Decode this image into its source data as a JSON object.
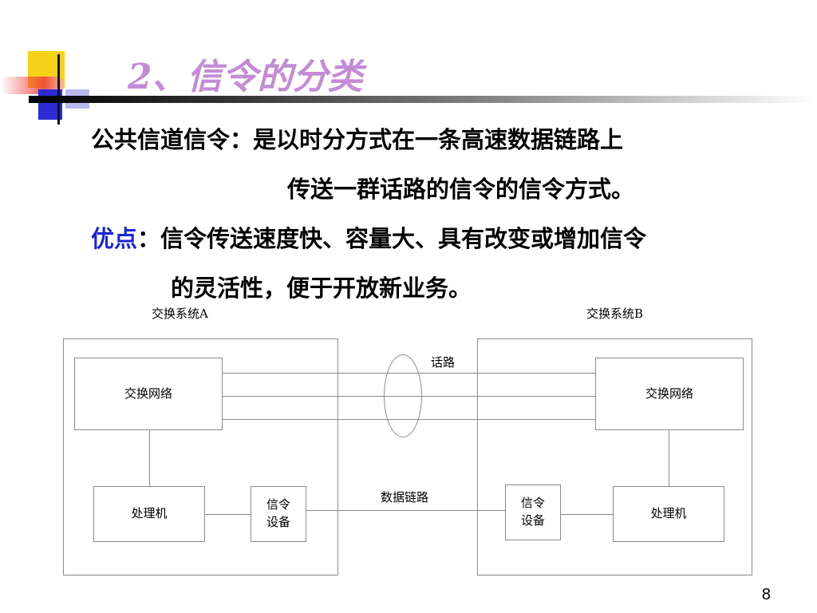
{
  "slide": {
    "title": "2、信令的分类",
    "body": {
      "line1": "公共信道信令：是以时分方式在一条高速数据链路上",
      "line2": "传送一群话路的信令的信令方式。",
      "line3_highlight": "优点",
      "line3_rest": "：信令传送速度快、容量大、具有改变或增加信令",
      "line4": "的灵活性，便于开放新业务。"
    },
    "page_number": "8"
  },
  "diagram": {
    "system_a_label": "交换系统A",
    "system_b_label": "交换系统B",
    "switch_network_a": "交换网络",
    "switch_network_b": "交换网络",
    "processor_a": "处理机",
    "processor_b": "处理机",
    "signaling_device_a_line1": "信令",
    "signaling_device_a_line2": "设备",
    "signaling_device_b_line1": "信令",
    "signaling_device_b_line2": "设备",
    "voice_path_label": "话路",
    "data_link_label": "数据链路"
  },
  "colors": {
    "title": "#c48bd6",
    "highlight": "#1a23d6",
    "deco_yellow": "#f7d21a",
    "deco_blue": "#2b2bd4",
    "deco_red": "#f03a3a"
  }
}
